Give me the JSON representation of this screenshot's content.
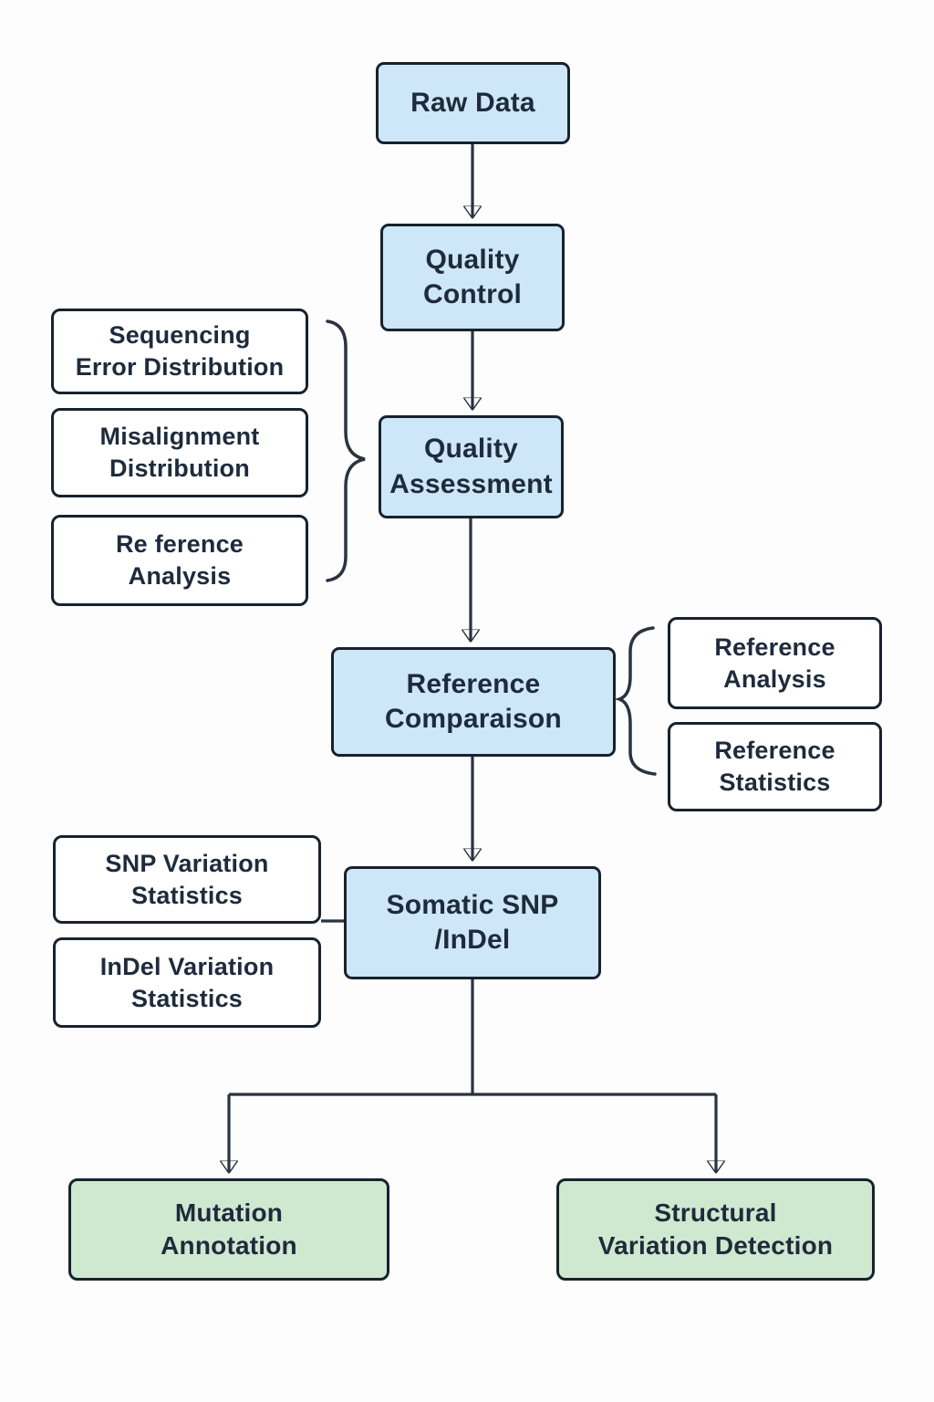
{
  "colors": {
    "process_fill": "#cde7f8",
    "output_fill": "#cfe8d0",
    "side_fill": "#ffffff",
    "border": "#18222e",
    "connector": "#2a3340",
    "text": "#1e2b3c",
    "background": "#fdfdfd"
  },
  "nodes": {
    "raw_data": {
      "label": "Raw Data"
    },
    "quality_control": {
      "line1": "Quality",
      "line2": "Control"
    },
    "quality_assessment": {
      "line1": "Quality",
      "line2": "Assessment"
    },
    "sequencing_error_distribution": {
      "line1": "Sequencing",
      "line2": "Error Distribution"
    },
    "misalignment_distribution": {
      "line1": "Misalignment",
      "line2": "Distribution"
    },
    "reference_analysis_left": {
      "line1": "Re ference",
      "line2": "Analysis"
    },
    "reference_comparaison": {
      "line1": "Reference",
      "line2": "Comparaison"
    },
    "reference_analysis_right": {
      "line1": "Reference",
      "line2": "Analysis"
    },
    "reference_statistics": {
      "line1": "Reference",
      "line2": "Statistics"
    },
    "somatic_snp_indel": {
      "line1": "Somatic SNP",
      "line2": "/InDel"
    },
    "snp_variation_statistics": {
      "line1": "SNP Variation",
      "line2": "Statistics"
    },
    "indel_variation_statistics": {
      "line1": "InDel Variation",
      "line2": "Statistics"
    },
    "mutation_annotation": {
      "line1": "Mutation",
      "line2": "Annotation"
    },
    "structural_variation_detection": {
      "line1": "Structural",
      "line2": "Variation Detection"
    }
  }
}
